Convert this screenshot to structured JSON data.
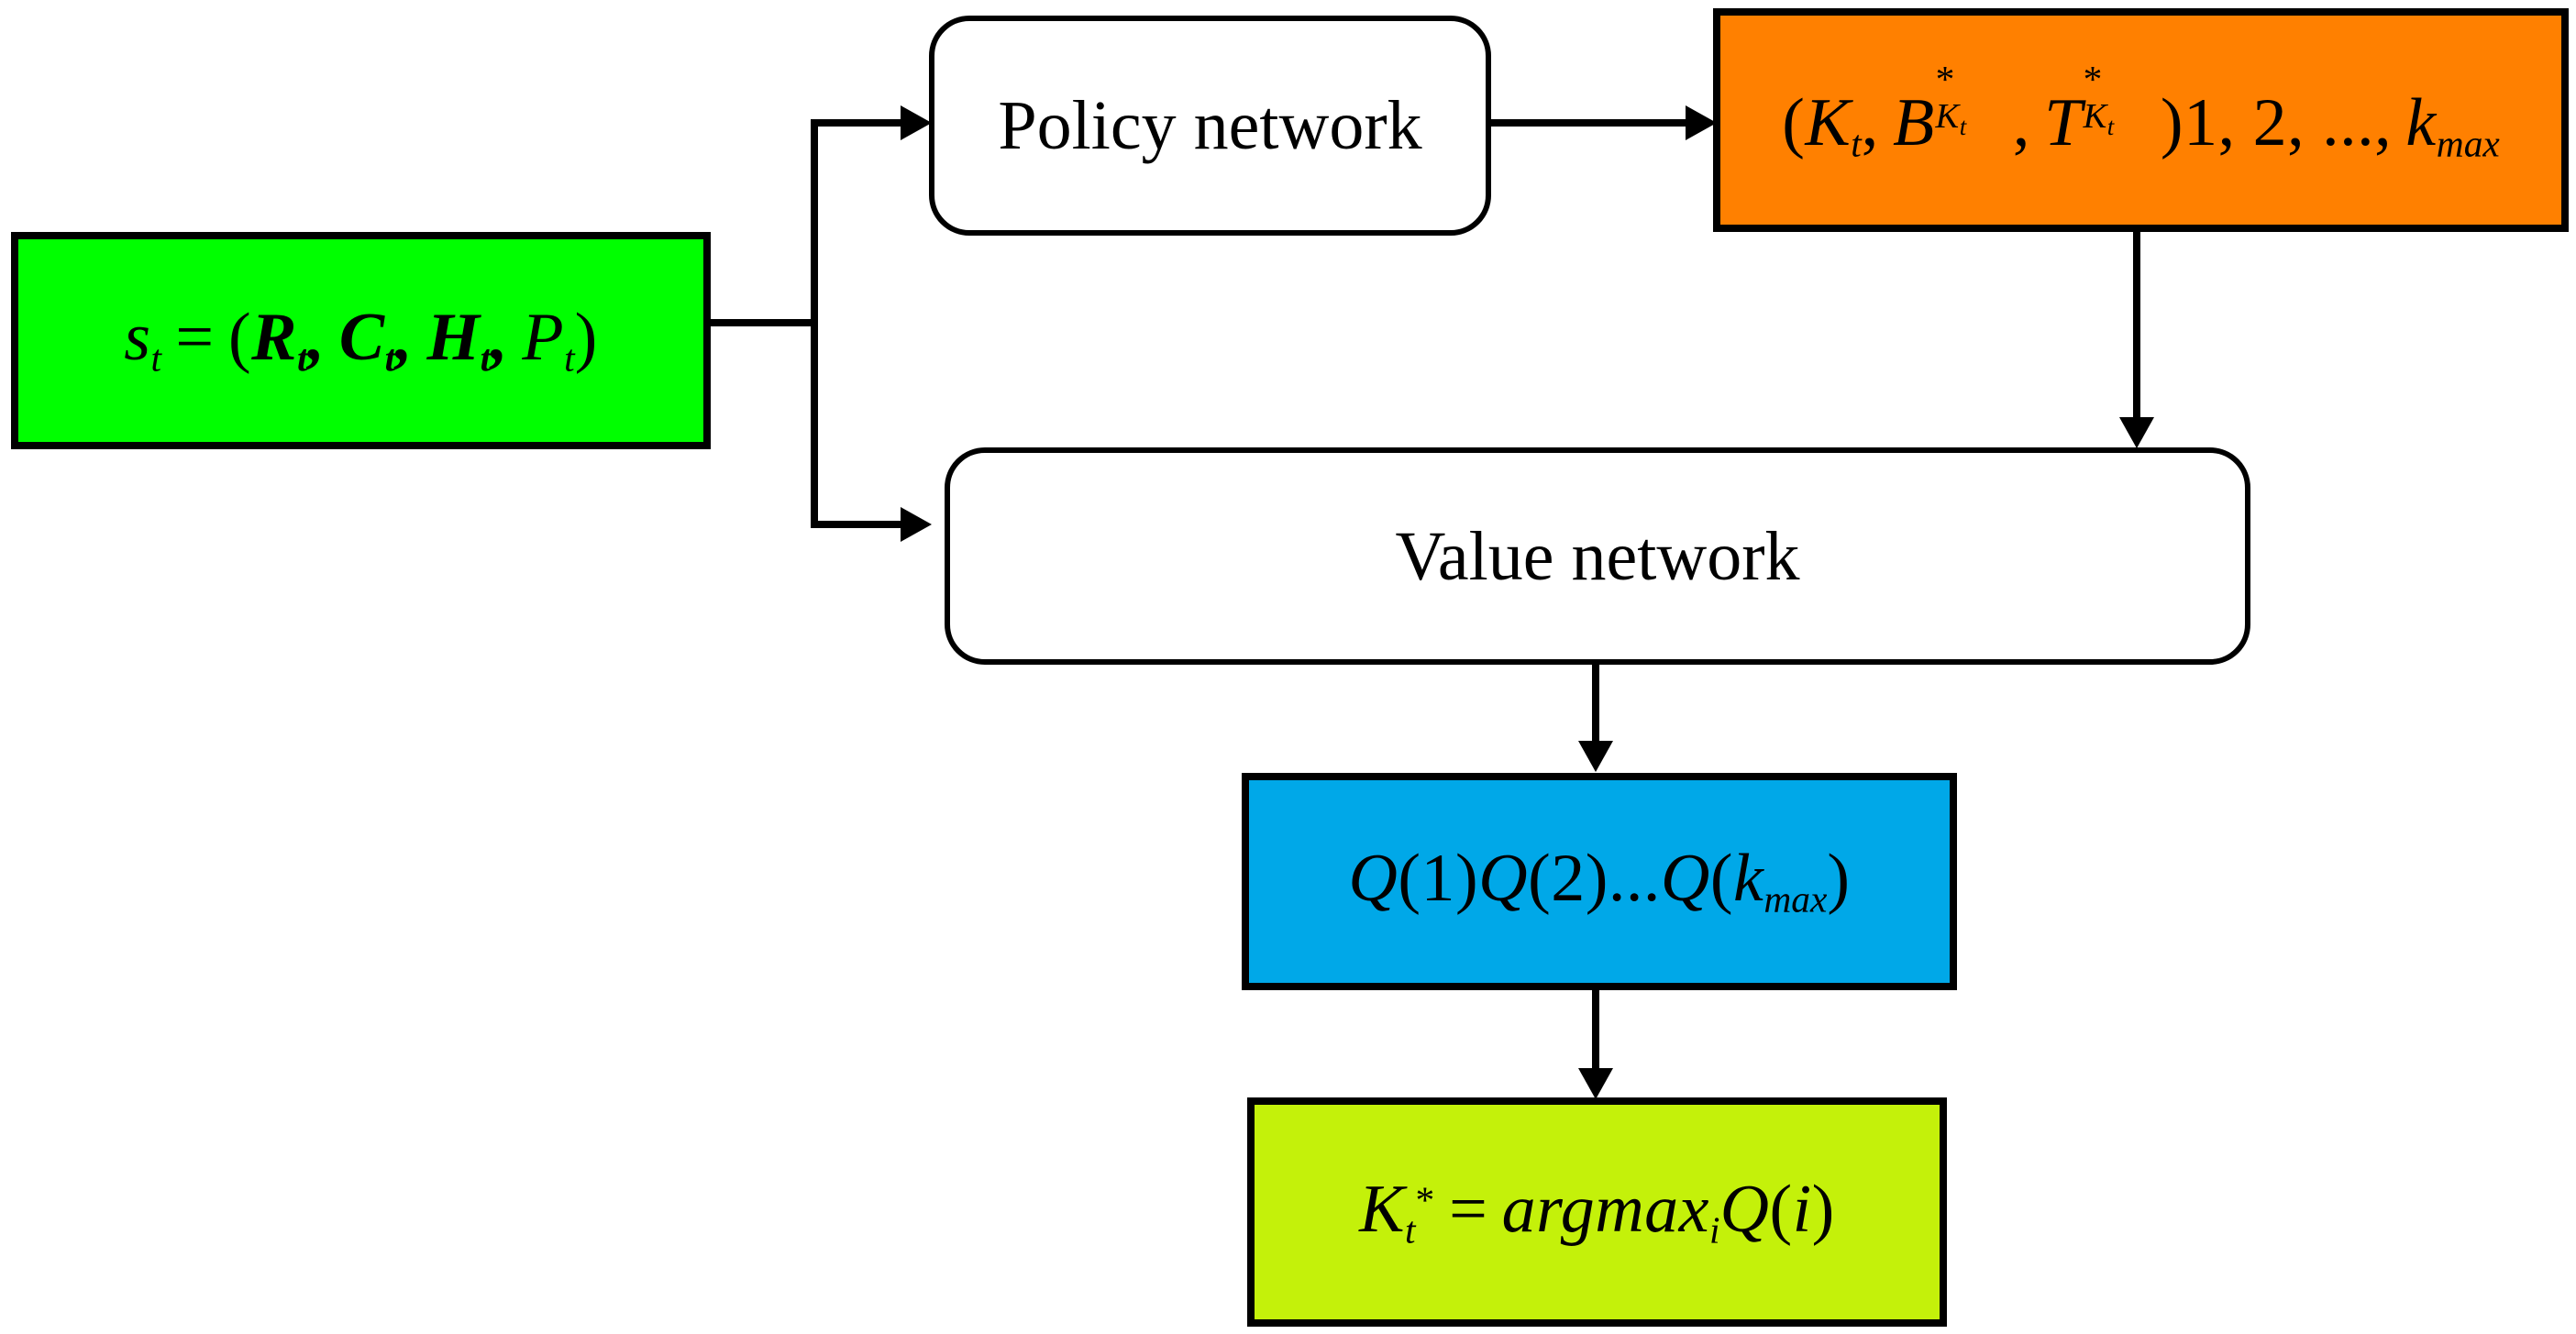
{
  "diagram": {
    "title": "Actor-critic policy and value network decision flow",
    "background_color": "#ffffff",
    "stroke_color": "#000000"
  },
  "nodes": {
    "state": {
      "name": "state-vector-node",
      "shape": "rectangle",
      "fill_color": "#00ff00",
      "text_plain": "s_t = (R_t, C_t, H_t, P_t)",
      "parts": {
        "s": "s",
        "t": "t",
        "eq": "=",
        "lparen": "(",
        "R": "R",
        "C": "C",
        "H": "H",
        "P": "P",
        "comma": ",",
        "rparen": ")"
      }
    },
    "policy": {
      "name": "policy-network-node",
      "shape": "rounded-rectangle",
      "fill_color": "#ffffff",
      "label": "Policy network"
    },
    "action": {
      "name": "action-candidates-node",
      "shape": "rectangle",
      "fill_color": "#ff8000",
      "text_plain": "(K_t, B*_{K_t}, T*_{K_t})1, 2, ..., k_max",
      "parts": {
        "lparen": "(",
        "K": "K",
        "t": "t",
        "comma": ",",
        "B": "B",
        "star": "*",
        "sub_Kt": "K",
        "T": "T",
        "rparen": ")",
        "enumeration": "1, 2, ...,",
        "k": "k",
        "max": "max"
      }
    },
    "value": {
      "name": "value-network-node",
      "shape": "rounded-rectangle",
      "fill_color": "#ffffff",
      "label": "Value network"
    },
    "qvalues": {
      "name": "q-values-node",
      "shape": "rectangle",
      "fill_color": "#00a8e8",
      "text_plain": "Q(1)Q(2)...Q(k_max)",
      "parts": {
        "Q": "Q",
        "one": "(1)",
        "two": "(2)",
        "dots": "...",
        "lparen": "(",
        "k": "k",
        "max": "max",
        "rparen": ")"
      }
    },
    "argmax": {
      "name": "argmax-node",
      "shape": "rectangle",
      "fill_color": "#c4f10a",
      "text_plain": "K_t* = argmax_i Q(i)",
      "parts": {
        "K": "K",
        "t": "t",
        "star": "*",
        "eq": "=",
        "argmax": "argmax",
        "i": "i",
        "Q": "Q",
        "lparen": "(",
        "var_i": "i",
        "rparen": ")"
      }
    }
  },
  "connectors": [
    {
      "name": "state-to-split",
      "from": "state",
      "to": "split",
      "direction": "right"
    },
    {
      "name": "split-to-policy",
      "from": "split",
      "to": "policy",
      "direction": "right",
      "arrowhead": true
    },
    {
      "name": "split-to-value",
      "from": "split",
      "to": "value",
      "direction": "right",
      "arrowhead": true
    },
    {
      "name": "policy-to-action",
      "from": "policy",
      "to": "action",
      "direction": "right",
      "arrowhead": true
    },
    {
      "name": "action-to-value",
      "from": "action",
      "to": "value",
      "direction": "down",
      "arrowhead": true
    },
    {
      "name": "value-to-qvalues",
      "from": "value",
      "to": "qvalues",
      "direction": "down",
      "arrowhead": true
    },
    {
      "name": "qvalues-to-argmax",
      "from": "qvalues",
      "to": "argmax",
      "direction": "down",
      "arrowhead": true
    }
  ]
}
